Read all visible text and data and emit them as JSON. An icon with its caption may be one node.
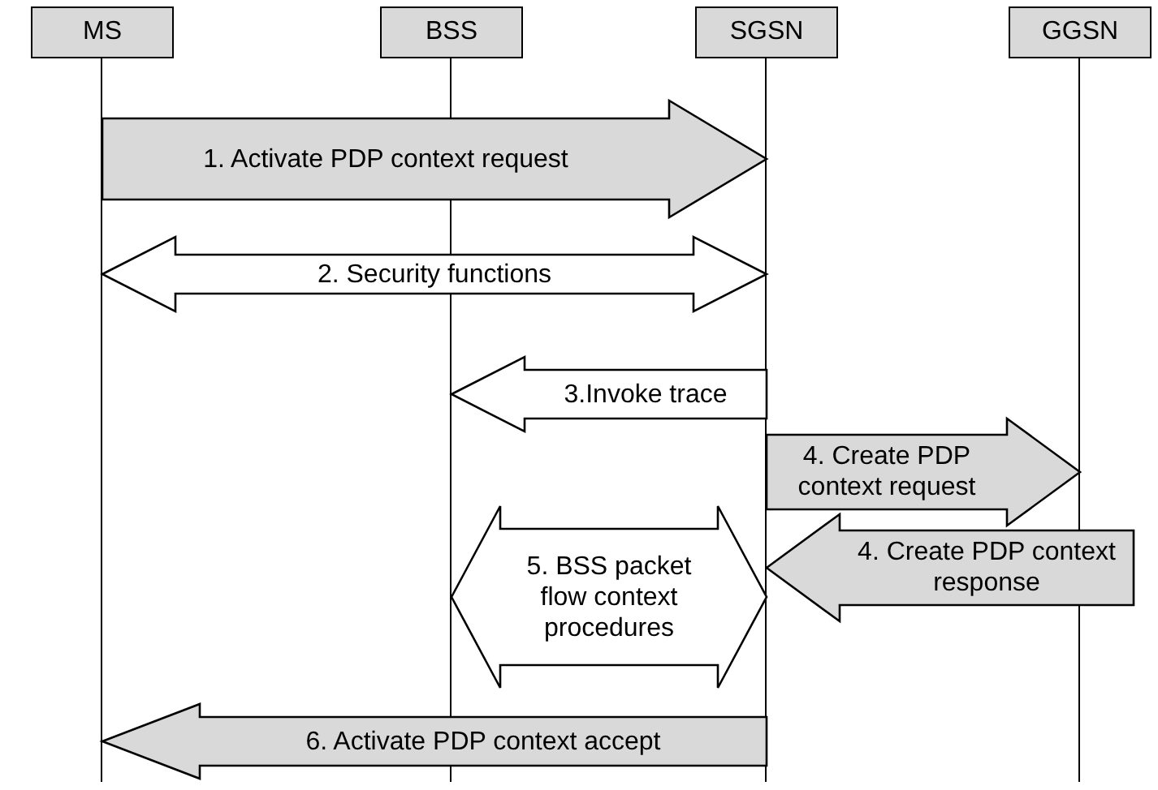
{
  "diagram": {
    "nodes": [
      {
        "text": [
          "MS"
        ]
      },
      {
        "text": [
          "BSS"
        ]
      },
      {
        "text": [
          "SGSN"
        ]
      },
      {
        "text": [
          "GGSN"
        ]
      }
    ],
    "edges": [
      {
        "from": 0,
        "to": 2,
        "arrow": "to",
        "label": "1. Activate PDP context request"
      },
      {
        "from": 0,
        "to": 2,
        "arrow": "both",
        "label": "2. Security functions",
        "color": "#ffffff"
      },
      {
        "from": 2,
        "to": 1,
        "arrow": "to",
        "label": "3.Invoke trace",
        "color": "#ffffff"
      },
      {
        "from": 2,
        "to": 3,
        "arrow": "to",
        "label": "4. Create PDP context request"
      },
      {
        "from": 3,
        "to": 2,
        "arrow": "to",
        "label": "4. Create PDP context response"
      },
      {
        "from": 1,
        "to": 2,
        "arrow": "both",
        "label": "5. BSS packet flow context procedures",
        "color": "#ffffff"
      },
      {
        "from": 2,
        "to": 0,
        "arrow": "to",
        "label": "6. Activate PDP context accept"
      }
    ]
  }
}
